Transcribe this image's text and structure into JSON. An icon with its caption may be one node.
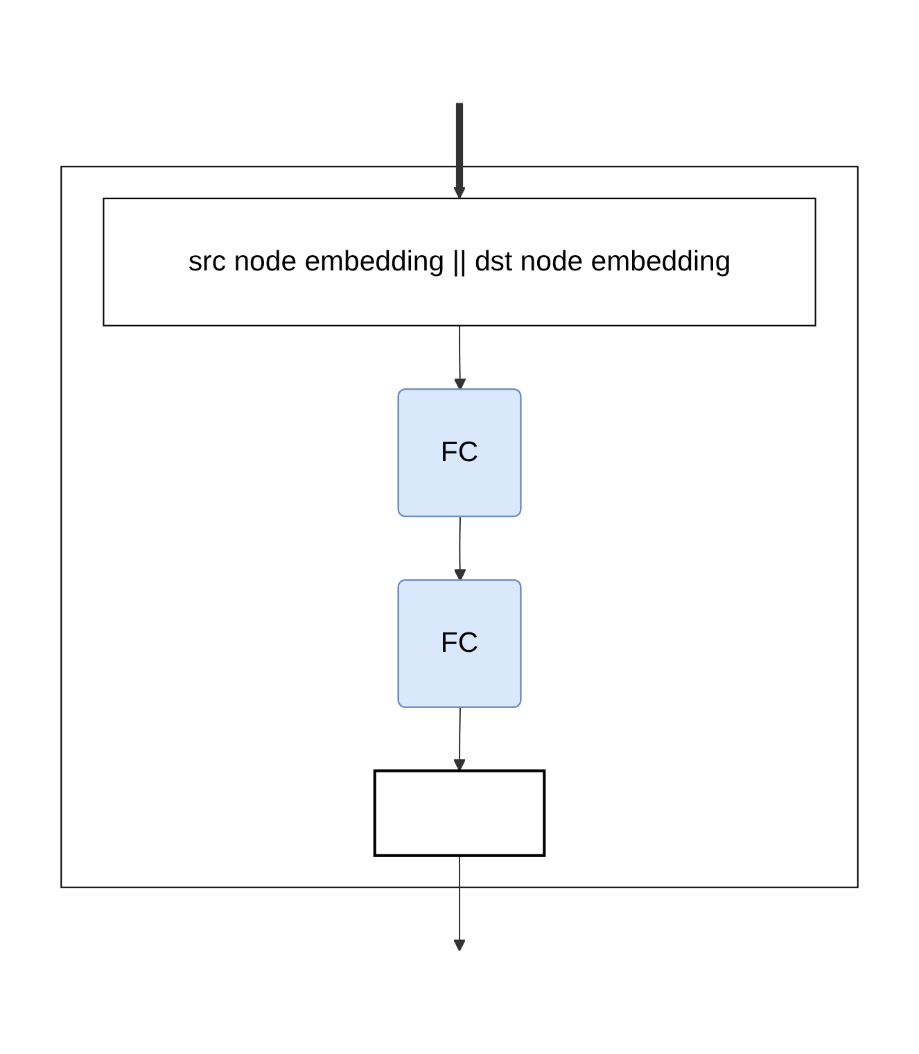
{
  "diagram": {
    "nodes": [
      {
        "text": [],
        "shape": "box"
      },
      {
        "text": [
          "src node embedding || dst node embedding"
        ],
        "in": 0
      },
      {
        "text": [
          "FC"
        ],
        "in": 0
      },
      {
        "text": [
          "FC"
        ],
        "in": 0
      },
      {
        "text": [],
        "shape": "picture",
        "in": 0
      }
    ],
    "edges": [
      {
        "from": null,
        "to": 1,
        "arrow": "to",
        "style": "thick"
      },
      {
        "from": 1,
        "to": 2,
        "arrow": "to"
      },
      {
        "from": 2,
        "to": 3,
        "arrow": "to"
      },
      {
        "from": 3,
        "to": 4,
        "arrow": "to"
      },
      {
        "from": 4,
        "to": null,
        "arrow": "to"
      }
    ]
  }
}
